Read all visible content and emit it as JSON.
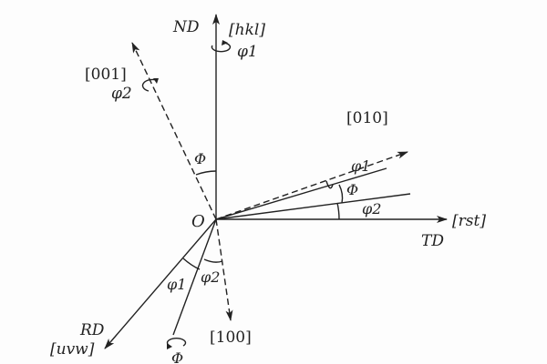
{
  "labels": {
    "nd": "ND",
    "hkl": "[hkl]",
    "phi1_top": "φ1",
    "dir001": "[001]",
    "phi2_001": "φ2",
    "dir010": "[010]",
    "origin": "O",
    "big_phi_top": "Φ",
    "phi1_right": "φ1",
    "big_phi_right": "Φ",
    "phi2_right": "φ2",
    "rst": "[rst]",
    "td": "TD",
    "phi1_bottom": "φ1",
    "phi2_bottom": "φ2",
    "rd": "RD",
    "uvw": "[uvw]",
    "dir100": "[100]",
    "big_phi_bottom": "Φ"
  }
}
